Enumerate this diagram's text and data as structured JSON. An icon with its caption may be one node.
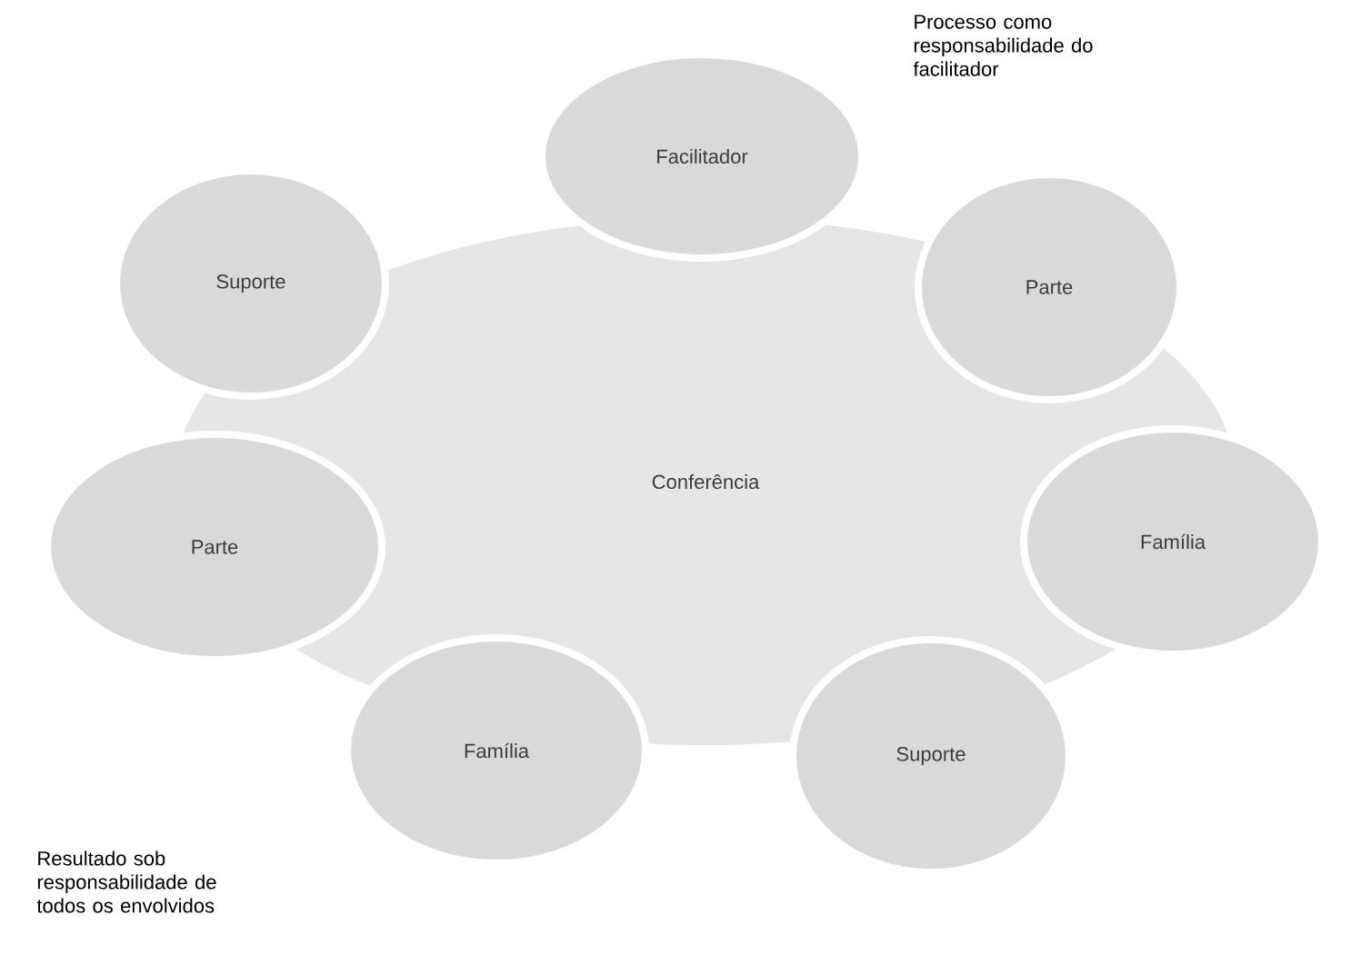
{
  "diagram": {
    "nodes": [
      {
        "text": [
          "Facilitador"
        ]
      },
      {
        "text": [
          "Suporte"
        ]
      },
      {
        "text": [
          "Parte"
        ]
      },
      {
        "text": [
          "Conferência"
        ]
      },
      {
        "text": [
          "Parte"
        ]
      },
      {
        "text": [
          "Família"
        ]
      },
      {
        "text": [
          "Família"
        ]
      },
      {
        "text": [
          "Suporte"
        ]
      }
    ],
    "labels": [
      "Processo como responsabilidade do facilitador",
      "Resultado sob responsabilidade de todos os envolvidos"
    ]
  }
}
